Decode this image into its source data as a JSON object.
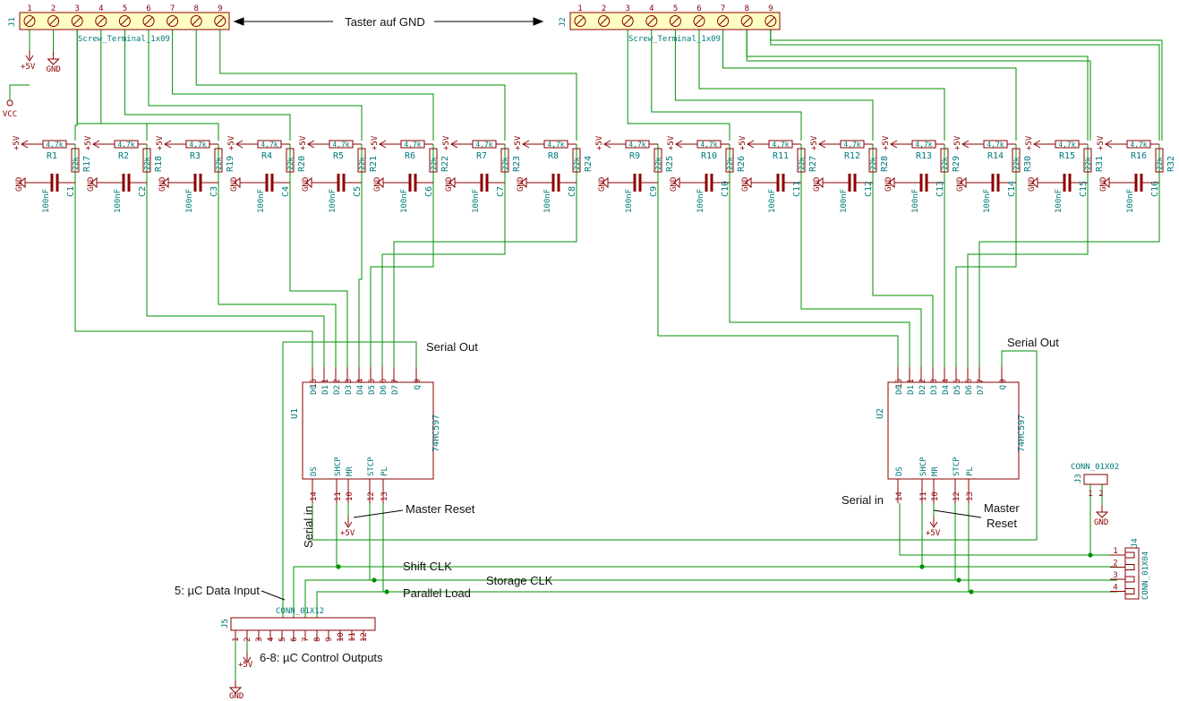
{
  "colors": {
    "wire": "#009000",
    "component": "#8b0000",
    "label": "#00787a",
    "connector_fill": "#ffffc2",
    "text": "#111111"
  },
  "connectors": {
    "j1": {
      "ref": "J1",
      "value": "Screw_Terminal_1x09",
      "pins": [
        "1",
        "2",
        "3",
        "4",
        "5",
        "6",
        "7",
        "8",
        "9"
      ]
    },
    "j2": {
      "ref": "J2",
      "value": "Screw_Terminal_1x09",
      "pins": [
        "1",
        "2",
        "3",
        "4",
        "5",
        "6",
        "7",
        "8",
        "9"
      ]
    },
    "j3": {
      "ref": "J3",
      "value": "CONN_01X02",
      "pins": [
        "1",
        "2"
      ]
    },
    "j4": {
      "ref": "J4",
      "value": "CONN_01X04",
      "pins": [
        "1",
        "2",
        "3",
        "4"
      ]
    },
    "j5": {
      "ref": "J5",
      "value": "CONN_01X12",
      "pins": [
        "1",
        "2",
        "3",
        "4",
        "5",
        "6",
        "7",
        "8",
        "9",
        "10",
        "11",
        "12"
      ]
    }
  },
  "power": {
    "plus5v": "+5V",
    "gnd": "GND",
    "vcc": "VCC"
  },
  "channels": [
    {
      "r_pull": "R1",
      "r_ser": "R17",
      "cap": "C1"
    },
    {
      "r_pull": "R2",
      "r_ser": "R18",
      "cap": "C2"
    },
    {
      "r_pull": "R3",
      "r_ser": "R19",
      "cap": "C3"
    },
    {
      "r_pull": "R4",
      "r_ser": "R20",
      "cap": "C4"
    },
    {
      "r_pull": "R5",
      "r_ser": "R21",
      "cap": "C5"
    },
    {
      "r_pull": "R6",
      "r_ser": "R22",
      "cap": "C6"
    },
    {
      "r_pull": "R7",
      "r_ser": "R23",
      "cap": "C7"
    },
    {
      "r_pull": "R8",
      "r_ser": "R24",
      "cap": "C8"
    },
    {
      "r_pull": "R9",
      "r_ser": "R25",
      "cap": "C9"
    },
    {
      "r_pull": "R10",
      "r_ser": "R26",
      "cap": "C10"
    },
    {
      "r_pull": "R11",
      "r_ser": "R27",
      "cap": "C11"
    },
    {
      "r_pull": "R12",
      "r_ser": "R28",
      "cap": "C12"
    },
    {
      "r_pull": "R13",
      "r_ser": "R29",
      "cap": "C13"
    },
    {
      "r_pull": "R14",
      "r_ser": "R30",
      "cap": "C14"
    },
    {
      "r_pull": "R15",
      "r_ser": "R31",
      "cap": "C15"
    },
    {
      "r_pull": "R16",
      "r_ser": "R32",
      "cap": "C16"
    }
  ],
  "values": {
    "pullup": "4,7k",
    "series": "22k",
    "cap": "100nF"
  },
  "ics": [
    {
      "ref": "U1",
      "value": "74HC597"
    },
    {
      "ref": "U2",
      "value": "74HC597"
    }
  ],
  "ic_pins": {
    "top_nums": [
      "15",
      "1",
      "2",
      "3",
      "4",
      "5",
      "6",
      "7",
      "9"
    ],
    "top_names": [
      "D0",
      "D1",
      "D2",
      "D3",
      "D4",
      "D5",
      "D6",
      "D7",
      "Q"
    ],
    "bottom_names": [
      "DS",
      "SHCP",
      "MR",
      "STCP",
      "PL"
    ],
    "bottom_nums": [
      "14",
      "11",
      "10",
      "12",
      "13"
    ]
  },
  "annotations": {
    "taster": "Taster auf GND",
    "serial_out": "Serial Out",
    "serial_in": "Serial in",
    "master_reset": "Master Reset",
    "master": "Master",
    "reset": "Reset",
    "shift_clk": "Shift CLK",
    "storage_clk": "Storage CLK",
    "parallel_load": "Parallel Load",
    "uc_input": "5: µC Data Input",
    "uc_outputs": "6-8: µC Control Outputs"
  }
}
